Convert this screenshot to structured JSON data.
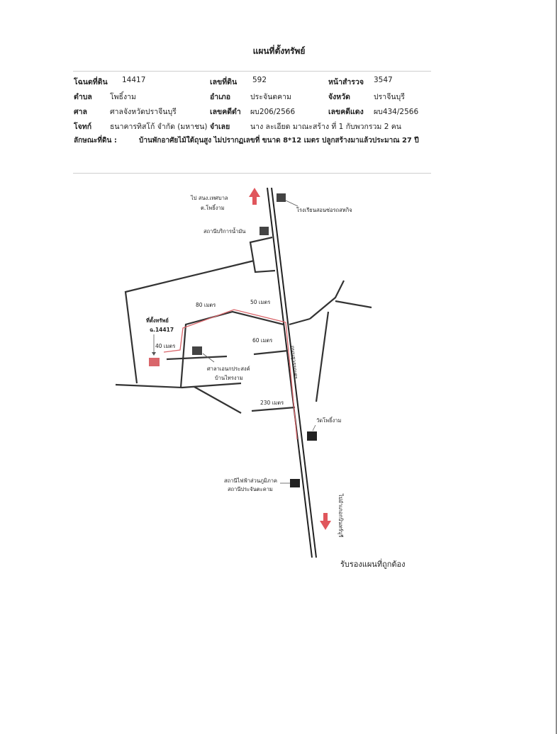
{
  "title": "แผนที่ตั้งทรัพย์",
  "info": {
    "deed_label": "โฉนดที่ดิน",
    "deed_value": "14417",
    "land_no_label": "เลขที่ดิน",
    "land_no_value": "592",
    "survey_label": "หน้าสำรวจ",
    "survey_value": "3547",
    "tambon_label": "ตำบล",
    "tambon_value": "โพธิ์งาม",
    "amphoe_label": "อำเภอ",
    "amphoe_value": "ประจันตคาม",
    "province_label": "จังหวัด",
    "province_value": "ปราจีนบุรี",
    "court_label": "ศาล",
    "court_value": "ศาลจังหวัดปราจีนบุรี",
    "black_case_label": "เลขคดีดำ",
    "black_case_value": "ผบ206/2566",
    "red_case_label": "เลขคดีแดง",
    "red_case_value": "ผบ434/2566",
    "plaintiff_label": "โจทก์",
    "plaintiff_value": "ธนาคารทิสโก้ จำกัด (มหาชน)",
    "defendant_label": "จำเลย",
    "defendant_value": "นาง ละเอียด มาณะสร้าง  ที่ 1  กับพวกรวม 2 คน",
    "property_label": "ลักษณะที่ดิน :",
    "property_value": "บ้านพักอาศัยไม้ใต้ถุนสูง ไม่ปรากฏเลขที่ ขนาด 8*12 เมตร ปลูกสร้างมาแล้วประมาณ 27 ปี"
  },
  "map": {
    "label_to_office": "ไป สนง.เทศบาล",
    "label_to_office_2": "ต.โพธิ์งาม",
    "label_school": "โรงเรียนสอนซ่อรถสหกิจ",
    "label_gas": "สถานีบริการน้ำมัน",
    "label_property": "ที่ตั้งทรัพย์",
    "label_property_deed": "ฉ.14417",
    "label_80m": "80 เมตร",
    "label_50m": "50 เมตร",
    "label_40m": "40 เมตร",
    "label_60m": "60 เมตร",
    "label_hall": "ศาลาเอนกประสงค์",
    "label_hall_2": "บ้านไทรงาม",
    "label_road": "ถนนสุวรรณศร",
    "label_230m": "230 เมตร",
    "label_temple": "วัดโพธิ์งาม",
    "label_power": "สถานีไฟฟ้าส่วนภูมิภาค",
    "label_power_2": "สถานีประจันตะคาม",
    "label_to_kabin": "ไปอำเภอกบินทร์บุรี",
    "marker_color": "#d9666b",
    "route_color": "#d9666b",
    "arrow_color": "#e0565c"
  },
  "certify_text": "รับรองแผนที่ถูกต้อง"
}
